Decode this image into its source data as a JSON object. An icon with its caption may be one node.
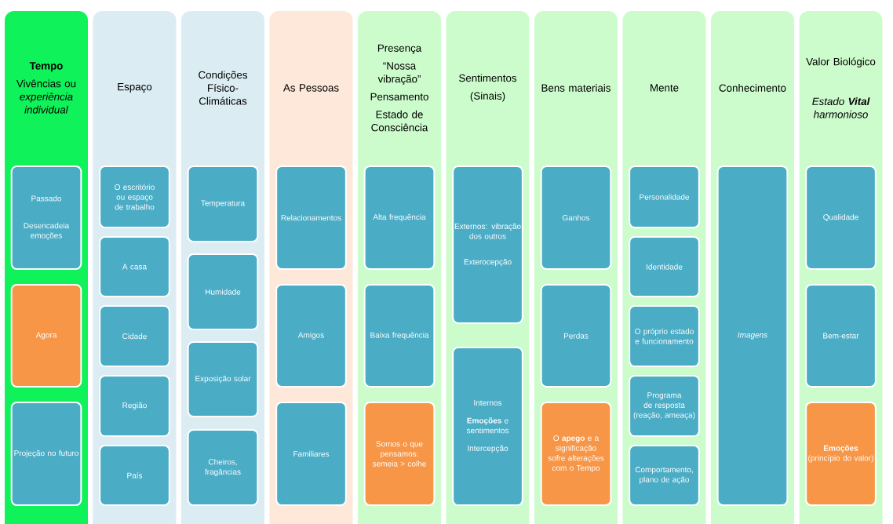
{
  "diagram": {
    "nodes": [
      {
        "text": [
          "Tempo",
          "Vivências ou *experiência individual*"
        ]
      },
      {
        "text": [
          "Passado",
          "Desencadeia emoções"
        ],
        "in": 0
      },
      {
        "text": [
          "Agora"
        ],
        "in": 0
      },
      {
        "text": [
          "Projeção no futuro"
        ],
        "in": 0
      },
      {
        "text": [
          "Espaço"
        ]
      },
      {
        "text": [
          "O escritório ou espaço de trabalho"
        ],
        "in": 4
      },
      {
        "text": [
          "A casa"
        ],
        "in": 4
      },
      {
        "text": [
          "Cidade"
        ],
        "in": 4
      },
      {
        "text": [
          "Região"
        ],
        "in": 4
      },
      {
        "text": [
          "País"
        ],
        "in": 4
      },
      {
        "text": [
          "Condições Físico-Climáticas"
        ]
      },
      {
        "text": [
          "Temperatura"
        ],
        "in": 10
      },
      {
        "text": [
          "Humidade"
        ],
        "in": 10
      },
      {
        "text": [
          "Exposição solar"
        ],
        "in": 10
      },
      {
        "text": [
          "Cheiros, fragâncias"
        ],
        "in": 10
      },
      {
        "text": [
          "As Pessoas"
        ]
      },
      {
        "text": [
          "Relacionamentos"
        ],
        "in": 15
      },
      {
        "text": [
          "Amigos"
        ],
        "in": 15
      },
      {
        "text": [
          "Familiares"
        ],
        "in": 15
      },
      {
        "text": [
          "Presença",
          "“Nossa vibração”",
          "Pensamento",
          "Estado de Consciência"
        ]
      },
      {
        "text": [
          "Alta frequência"
        ],
        "in": 19
      },
      {
        "text": [
          "Baixa frequência"
        ],
        "in": 19
      },
      {
        "text": [
          "Somos o que pensamos: semeia > colhe"
        ],
        "in": 19
      },
      {
        "text": [
          "Sentimentos",
          "(Sinais)"
        ]
      },
      {
        "text": [
          "Externos: vibração dos outros",
          "Exterocepção"
        ],
        "in": 23
      },
      {
        "text": [
          "Internos",
          "**Emoções** e sentimentos",
          "Intercepção"
        ],
        "in": 23
      },
      {
        "text": [
          "Bens materiais"
        ]
      },
      {
        "text": [
          "Ganhos"
        ],
        "in": 26
      },
      {
        "text": [
          "Perdas"
        ],
        "in": 26
      },
      {
        "text": [
          "O **apego** e a significação sofre alterações com o Tempo"
        ],
        "in": 26
      },
      {
        "text": [
          "Mente"
        ]
      },
      {
        "text": [
          "Personalidade"
        ],
        "in": 30
      },
      {
        "text": [
          "Identidade"
        ],
        "in": 30
      },
      {
        "text": [
          "O próprio estado e funcionamento"
        ],
        "in": 30
      },
      {
        "text": [
          "Programa de resposta (reação, ameaça)"
        ],
        "in": 30
      },
      {
        "text": [
          "Comportamento, plano de ação"
        ],
        "in": 30
      },
      {
        "text": [
          "Conhecimento"
        ]
      },
      {
        "text": [
          "Imagens"
        ],
        "in": 36
      },
      {
        "text": [
          "Valor Biológico",
          "Estado **Vital** harmonioso"
        ]
      },
      {
        "text": [
          "Qualidade"
        ],
        "in": 38
      },
      {
        "text": [
          "Bem-estar"
        ],
        "in": 38
      },
      {
        "text": [
          "**Emoções** (princípio do valor)"
        ],
        "in": 38
      }
    ]
  }
}
